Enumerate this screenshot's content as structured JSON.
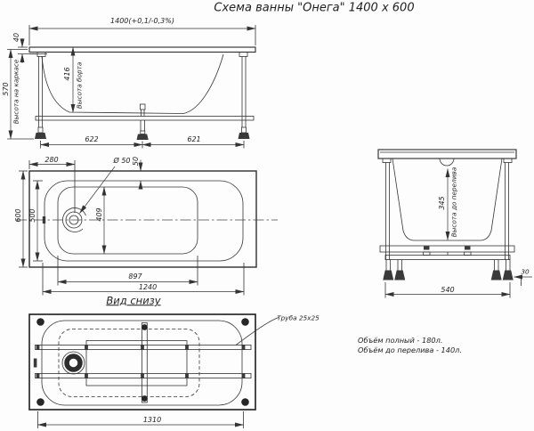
{
  "title": "Схема ванны \"Онега\" 1400 x 600",
  "side_view": {
    "dim_length": "1400(+0,1/-0,3%)",
    "dim_rim_drop": "40",
    "dim_frame_height": "570",
    "label_frame_height": "Высота на каркасе",
    "dim_board_height": "416",
    "label_board_height": "Высота борта",
    "dim_leg_span_left": "622",
    "dim_leg_span_right": "621"
  },
  "top_view": {
    "dim_drain_offset": "280",
    "dim_drain_diameter": "Ø 50",
    "dim_rim_width": "50",
    "dim_outer_width": "600",
    "dim_inner_width": "500",
    "dim_bottom_width": "409",
    "dim_bottom_length": "897",
    "dim_inner_length": "1240"
  },
  "end_view": {
    "dim_overflow_height": "345",
    "label_overflow_height": "Высота до перелива",
    "dim_frame_width": "540",
    "dim_foot_height": "30"
  },
  "bottom_view": {
    "title": "Вид снизу",
    "label_pipe": "Труба 25х25",
    "dim_frame_length": "1310"
  },
  "notes": {
    "volume_full": "Объём полный - 180л.",
    "volume_overflow": "Объём до перелива - 140л."
  }
}
